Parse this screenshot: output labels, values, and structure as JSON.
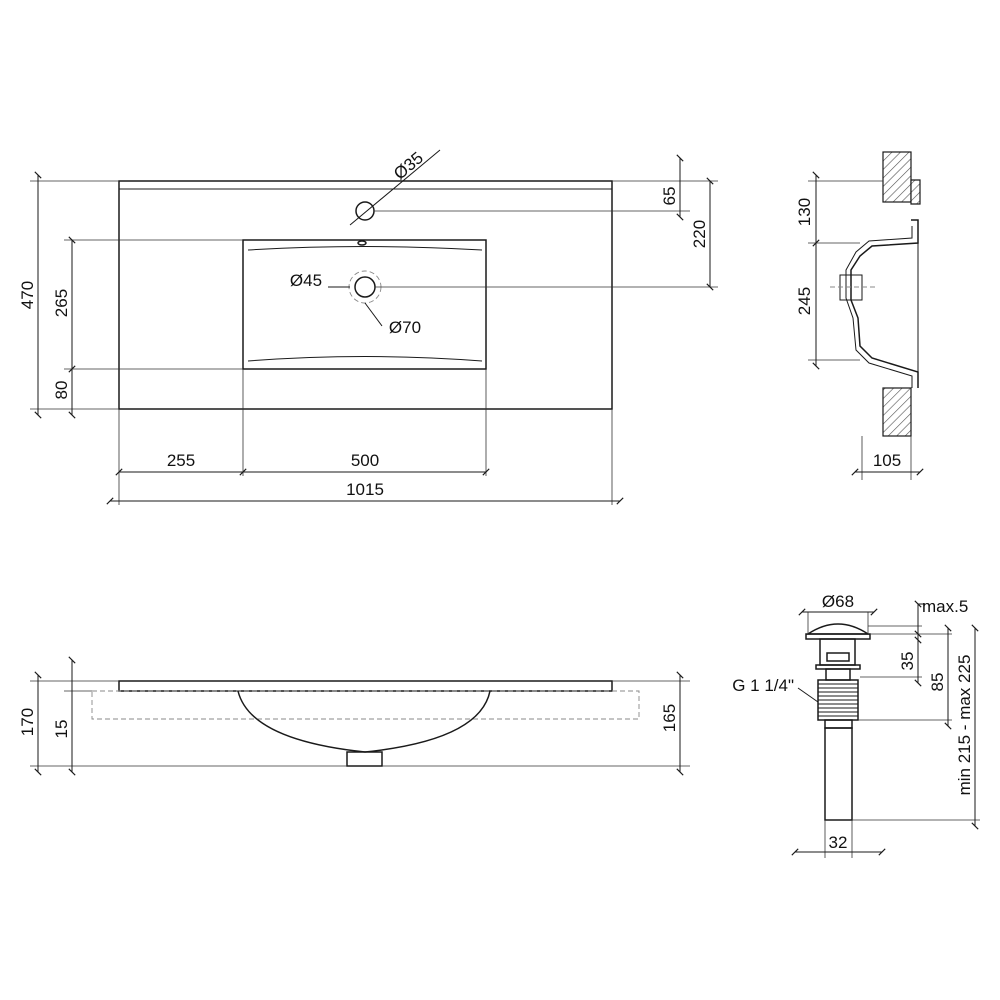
{
  "top_view": {
    "overall_width": "1015",
    "left_offset": "255",
    "basin_width": "500",
    "overall_depth": "470",
    "basin_depth": "265",
    "front_margin": "80",
    "tap_hole_dia": "Ø35",
    "drain_dia": "Ø45",
    "overflow_dia": "Ø70",
    "tap_offset": "65",
    "drain_offset": "220"
  },
  "side_section": {
    "top_depth": "130",
    "bowl_depth": "245",
    "thickness": "105"
  },
  "front_view": {
    "overall_height": "170",
    "slab_thickness": "15",
    "right_height": "165"
  },
  "drain_valve": {
    "cap_dia": "Ø68",
    "cap_rise": "max.5",
    "cap_height": "35",
    "body_height": "85",
    "total_length": "min 215 - max 225",
    "thread": "G 1 1/4\"",
    "pipe_dia": "32"
  }
}
